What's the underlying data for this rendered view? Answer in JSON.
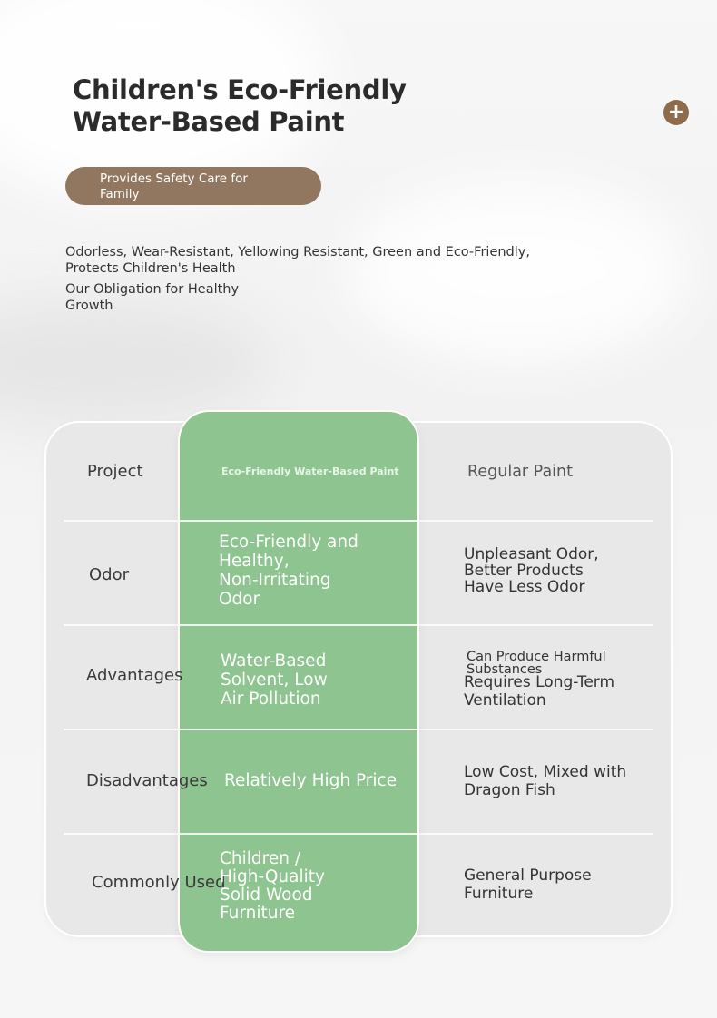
{
  "header": {
    "title_lines": [
      "Children's Eco-Friendly",
      "Water-Based Paint"
    ],
    "plus_icon": "plus-icon",
    "accent_color": "#8f6b4d"
  },
  "badge": {
    "lines": [
      "Provides Safety Care for",
      "Family"
    ],
    "color": "#927760"
  },
  "intro": {
    "line1": [
      "Odorless, Wear-Resistant, Yellowing Resistant, Green and Eco-Friendly,",
      "Protects Children's Health"
    ],
    "line2": [
      "Our Obligation for Healthy",
      "Growth"
    ]
  },
  "comparison": {
    "highlight_color": "#8ec48f",
    "headers": {
      "project": "Project",
      "eco": "Eco-Friendly Water-Based Paint",
      "regular": "Regular Paint"
    },
    "rows": [
      {
        "label": "Odor",
        "eco_lines": [
          "Eco-Friendly and",
          "Healthy,",
          "Non-Irritating",
          "Odor"
        ],
        "regular_lines": [
          "Unpleasant Odor,",
          "Better Products",
          "Have Less Odor"
        ]
      },
      {
        "label": "Advantages",
        "eco_lines": [
          "Water-Based",
          "Solvent, Low",
          "Air Pollution"
        ],
        "regular_lines": [
          "Can Produce Harmful",
          "Substances",
          "Requires Long-Term",
          "Ventilation"
        ]
      },
      {
        "label": "Disadvantages",
        "eco_lines": [
          "Relatively High Price"
        ],
        "regular_lines": [
          "Low Cost, Mixed with",
          "Dragon Fish"
        ]
      },
      {
        "label": "Commonly Used",
        "eco_lines": [
          "Children /",
          "High-Quality",
          "Solid Wood",
          "Furniture"
        ],
        "regular_lines": [
          "General Purpose",
          "Furniture"
        ]
      }
    ]
  }
}
